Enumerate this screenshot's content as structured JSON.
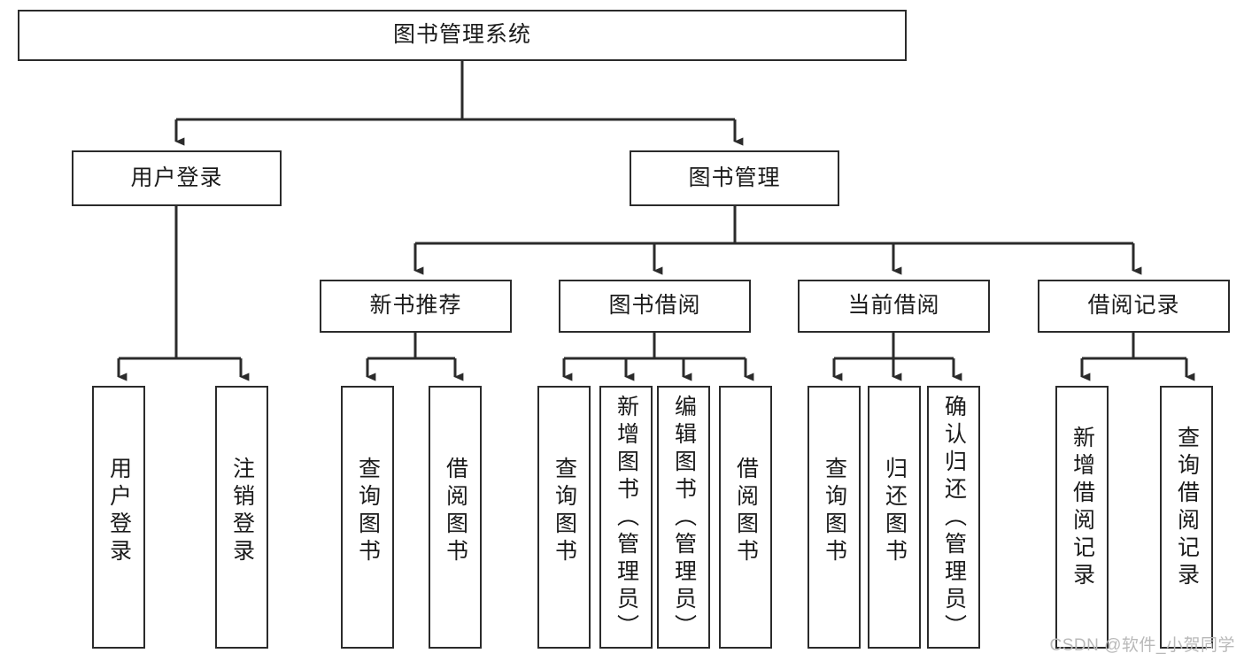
{
  "diagram": {
    "title": "图书管理系统",
    "type": "tree-structure-chart",
    "watermark": "CSDN @软件_小贺同学",
    "colors": {
      "stroke": "#2b2b2b",
      "fill": "#ffffff",
      "text": "#1a1a1a",
      "watermark": "#b9b9b9"
    },
    "levels": {
      "root": {
        "label": "图书管理系统"
      },
      "level2": [
        {
          "id": "user-login",
          "label": "用户登录"
        },
        {
          "id": "book-manage",
          "label": "图书管理"
        }
      ],
      "level3": [
        {
          "id": "new-book-recommend",
          "label": "新书推荐",
          "parent": "book-manage"
        },
        {
          "id": "book-borrow",
          "label": "图书借阅",
          "parent": "book-manage"
        },
        {
          "id": "current-borrow",
          "label": "当前借阅",
          "parent": "book-manage"
        },
        {
          "id": "borrow-record",
          "label": "借阅记录",
          "parent": "book-manage"
        }
      ],
      "leaves": [
        {
          "id": "leaf-user-login",
          "label": "用户登录",
          "parent": "user-login"
        },
        {
          "id": "leaf-logout-login",
          "label": "注销登录",
          "parent": "user-login"
        },
        {
          "id": "leaf-query-book-1",
          "label": "查询图书",
          "parent": "new-book-recommend"
        },
        {
          "id": "leaf-borrow-book-1",
          "label": "借阅图书",
          "parent": "new-book-recommend"
        },
        {
          "id": "leaf-query-book-2",
          "label": "查询图书",
          "parent": "book-borrow"
        },
        {
          "id": "leaf-add-book",
          "label": "新增图书（管理员）",
          "parent": "book-borrow"
        },
        {
          "id": "leaf-edit-book",
          "label": "编辑图书（管理员）",
          "parent": "book-borrow"
        },
        {
          "id": "leaf-borrow-book-2",
          "label": "借阅图书",
          "parent": "book-borrow"
        },
        {
          "id": "leaf-query-book-3",
          "label": "查询图书",
          "parent": "current-borrow"
        },
        {
          "id": "leaf-return-book",
          "label": "归还图书",
          "parent": "current-borrow"
        },
        {
          "id": "leaf-confirm-return",
          "label": "确认归还（管理员）",
          "parent": "current-borrow"
        },
        {
          "id": "leaf-add-record",
          "label": "新增借阅记录",
          "parent": "borrow-record"
        },
        {
          "id": "leaf-query-record",
          "label": "查询借阅记录",
          "parent": "borrow-record"
        }
      ]
    }
  }
}
